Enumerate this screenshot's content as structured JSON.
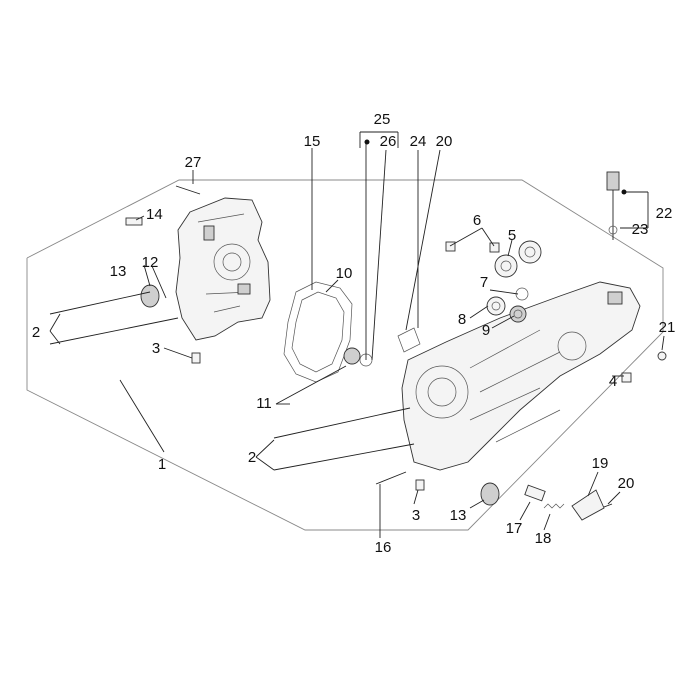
{
  "diagram": {
    "labels": {
      "l1": "1",
      "l2a": "2",
      "l2b": "2",
      "l3a": "3",
      "l3b": "3",
      "l4": "4",
      "l5": "5",
      "l6": "6",
      "l7": "7",
      "l8": "8",
      "l9": "9",
      "l10": "10",
      "l11": "11",
      "l12": "12",
      "l13a": "13",
      "l13b": "13",
      "l14": "14",
      "l15": "15",
      "l16": "16",
      "l17": "17",
      "l18": "18",
      "l19": "19",
      "l20a": "20",
      "l20b": "20",
      "l21": "21",
      "l22": "22",
      "l23": "23",
      "l24": "24",
      "l25": "25",
      "l26": "26",
      "l27": "27"
    }
  }
}
